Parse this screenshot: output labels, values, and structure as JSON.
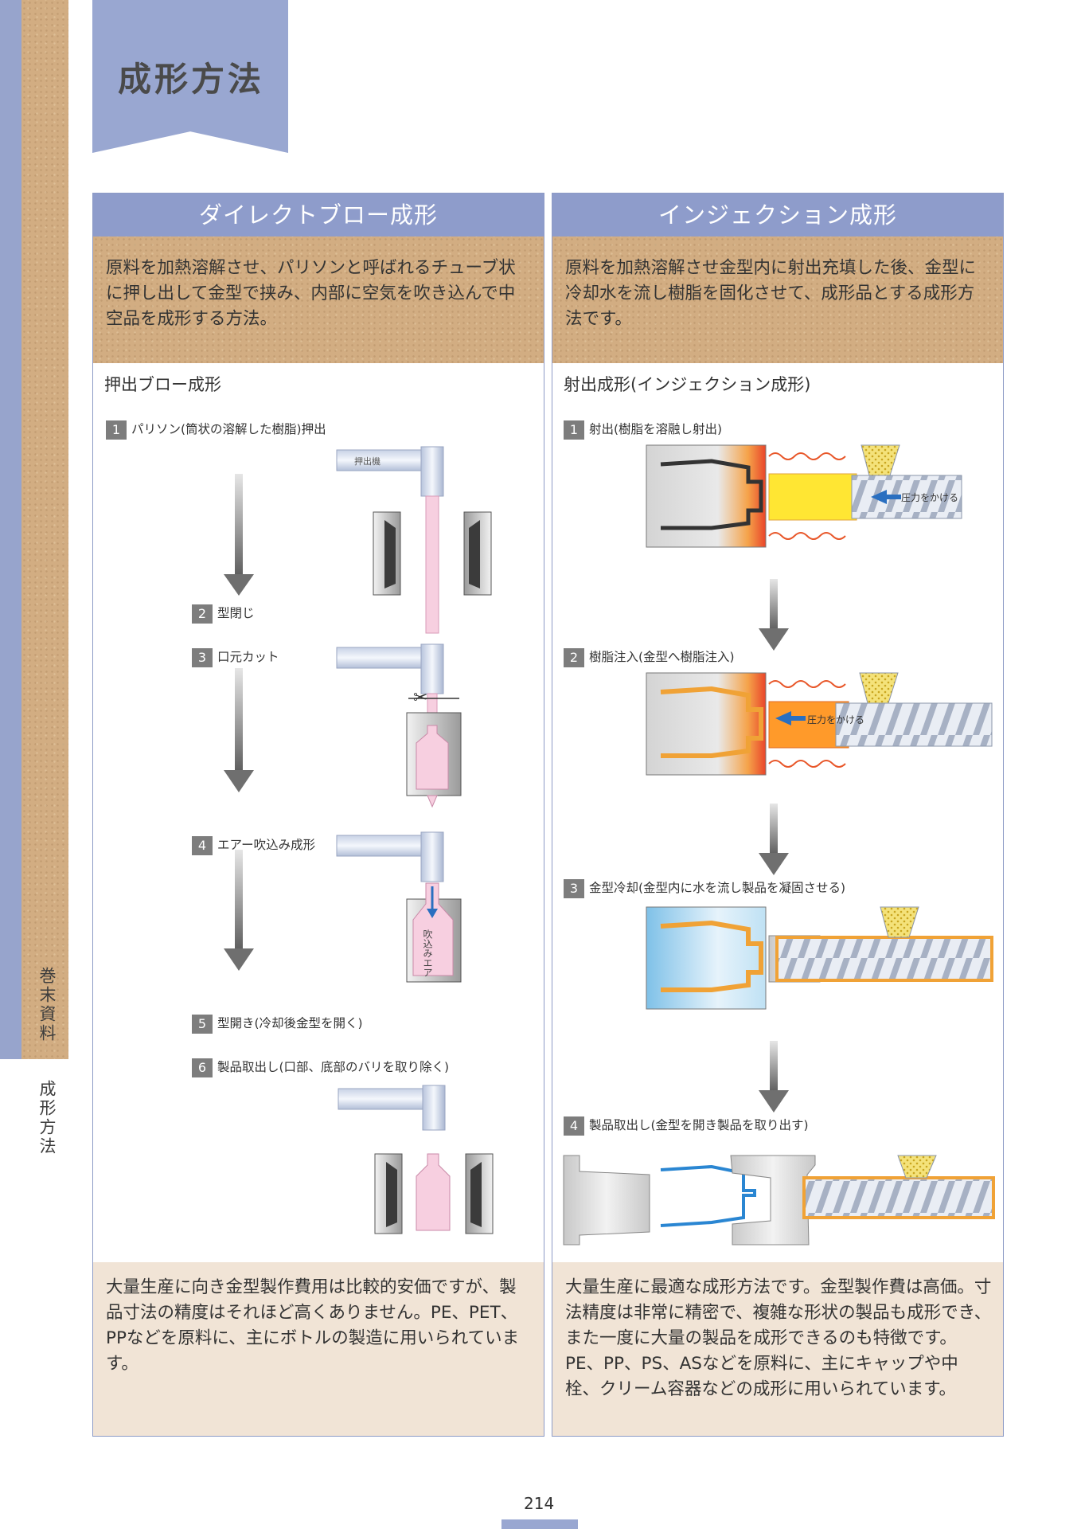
{
  "page_title": "成形方法",
  "side_labels": {
    "top": "巻末資料",
    "bottom": "成形方法"
  },
  "page_number": "214",
  "left_panel": {
    "header": "ダイレクトブロー成形",
    "intro": "原料を加熱溶解させ、パリソンと呼ばれるチューブ状に押し出して金型で挟み、内部に空気を吹き込んで中空品を成形する方法。",
    "subheading": "押出ブロー成形",
    "steps": [
      {
        "num": "1",
        "label": "パリソン(筒状の溶解した樹脂)押出"
      },
      {
        "num": "2",
        "label": "型閉じ"
      },
      {
        "num": "3",
        "label": "口元カット"
      },
      {
        "num": "4",
        "label": "エアー吹込み成形"
      },
      {
        "num": "5",
        "label": "型開き(冷却後金型を開く)"
      },
      {
        "num": "6",
        "label": "製品取出し(口部、底部のバリを取り除く)"
      }
    ],
    "diagram_labels": {
      "extruder": "押出機",
      "air": "吹込みエア"
    },
    "footer": "大量生産に向き金型製作費用は比較的安価ですが、製品寸法の精度はそれほど高くありません。PE、PET、PPなどを原料に、主にボトルの製造に用いられています。"
  },
  "right_panel": {
    "header": "インジェクション成形",
    "intro": "原料を加熱溶解させ金型内に射出充填した後、金型に冷却水を流し樹脂を固化させて、成形品とする成形方法です。",
    "subheading": "射出成形(インジェクション成形)",
    "steps": [
      {
        "num": "1",
        "label": "射出(樹脂を溶融し射出)"
      },
      {
        "num": "2",
        "label": "樹脂注入(金型へ樹脂注入)"
      },
      {
        "num": "3",
        "label": "金型冷却(金型内に水を流し製品を凝固させる)"
      },
      {
        "num": "4",
        "label": "製品取出し(金型を開き製品を取り出す)"
      }
    ],
    "diagram_labels": {
      "pressure": "圧力をかける"
    },
    "footer": "大量生産に最適な成形方法です。金型製作費は高価。寸法精度は非常に精密で、複雑な形状の製品も成形でき、また一度に大量の製品を成形できるのも特徴です。PE、PP、PS、ASなどを原料に、主にキャップや中栓、クリーム容器などの成形に用いられています。"
  },
  "colors": {
    "accent_blue": "#8e9ccb",
    "kraft": "#d2ad82",
    "footer_bg": "#f1e4d6",
    "arrow_gray": "#6f6f6f"
  }
}
